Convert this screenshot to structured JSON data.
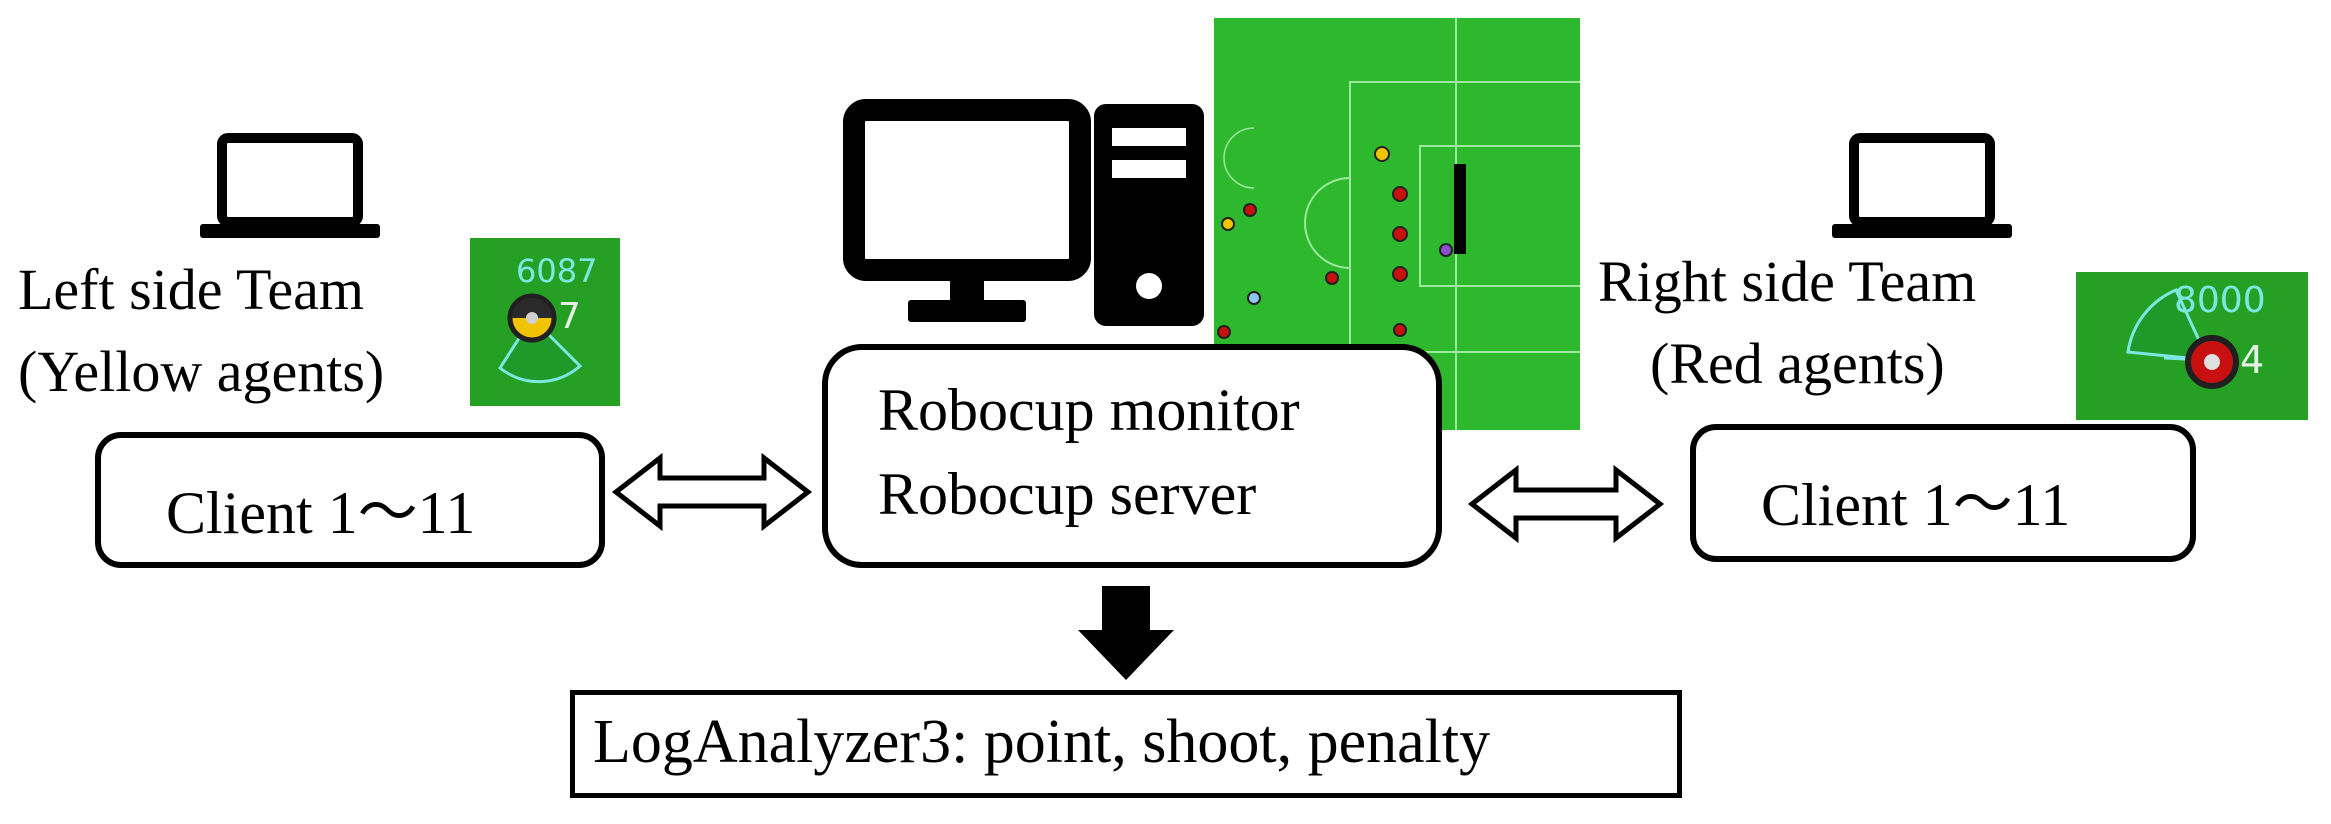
{
  "left_team": {
    "title": "Left side Team",
    "subtitle": "(Yellow agents)",
    "client_label": "Client 1～11",
    "agent_stamina": "6087",
    "agent_number": "7"
  },
  "right_team": {
    "title": "Right side Team",
    "subtitle": "(Red agents)",
    "client_label": "Client 1～11",
    "agent_stamina": "8000",
    "agent_number": "4"
  },
  "server": {
    "line1": "Robocup monitor",
    "line2": "Robocup server"
  },
  "analyzer": {
    "label": "LogAnalyzer3: point, shoot, penalty"
  },
  "icons": [
    "laptop-icon",
    "desktop-computer-icon",
    "soccer-field-monitor-image"
  ],
  "colors": {
    "field_green": "#2db82d",
    "agent_panel_green": "#25a025",
    "yellow_agent": "#f2c400",
    "red_agent": "#c81010",
    "vision_cyan": "#7ee8e0"
  }
}
